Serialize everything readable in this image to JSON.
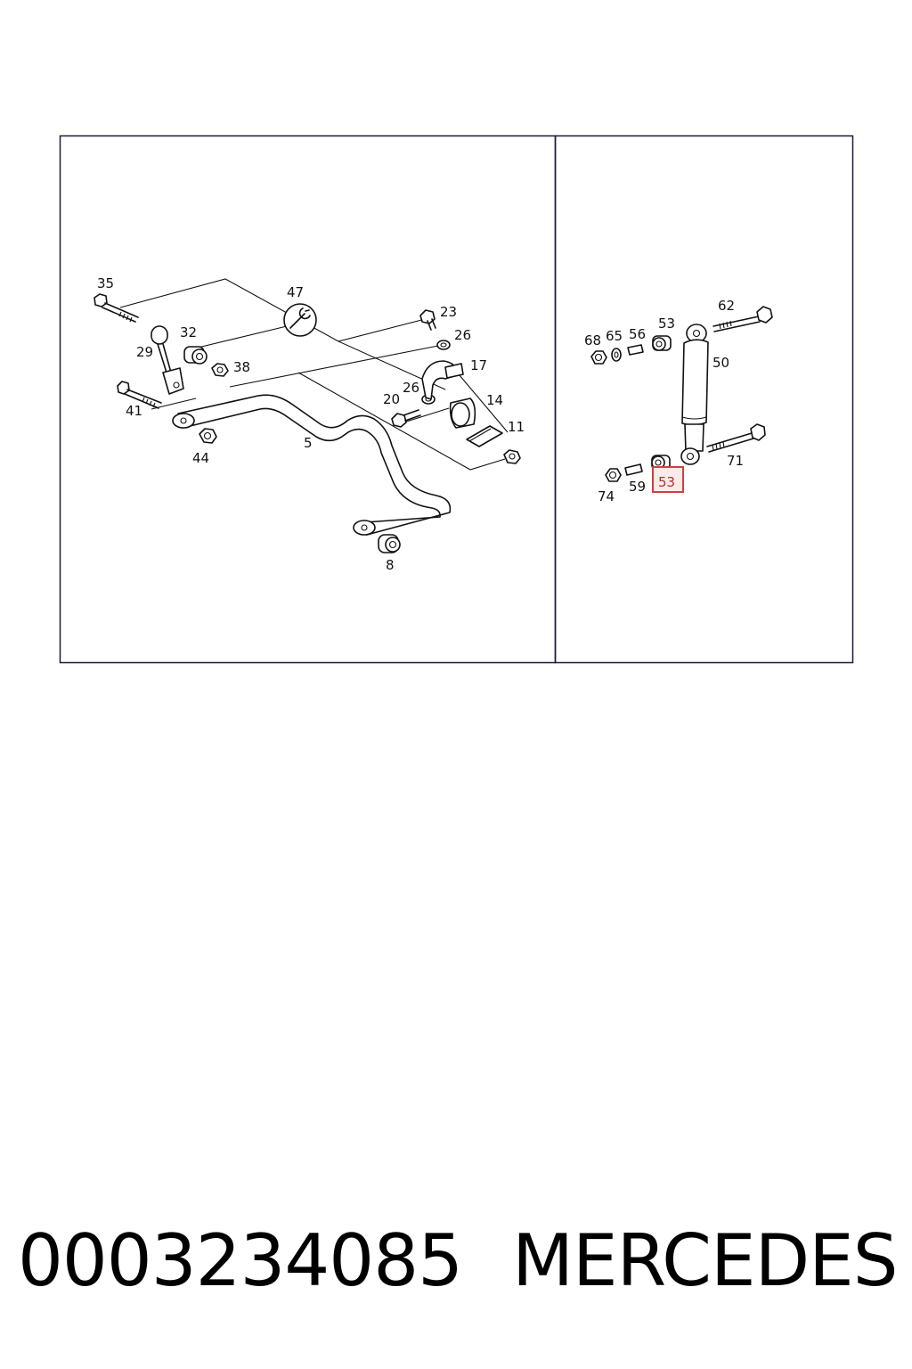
{
  "diagram": {
    "left_panel": {
      "labels": [
        {
          "id": "35",
          "text": "35"
        },
        {
          "id": "47",
          "text": "47"
        },
        {
          "id": "23",
          "text": "23"
        },
        {
          "id": "32",
          "text": "32"
        },
        {
          "id": "26a",
          "text": "26"
        },
        {
          "id": "29",
          "text": "29"
        },
        {
          "id": "38",
          "text": "38"
        },
        {
          "id": "17",
          "text": "17"
        },
        {
          "id": "26b",
          "text": "26"
        },
        {
          "id": "41",
          "text": "41"
        },
        {
          "id": "20",
          "text": "20"
        },
        {
          "id": "14",
          "text": "14"
        },
        {
          "id": "11",
          "text": "11"
        },
        {
          "id": "5",
          "text": "5"
        },
        {
          "id": "44",
          "text": "44"
        },
        {
          "id": "8",
          "text": "8"
        }
      ]
    },
    "right_panel": {
      "labels": [
        {
          "id": "62",
          "text": "62"
        },
        {
          "id": "68",
          "text": "68"
        },
        {
          "id": "65",
          "text": "65"
        },
        {
          "id": "56",
          "text": "56"
        },
        {
          "id": "53a",
          "text": "53"
        },
        {
          "id": "50",
          "text": "50"
        },
        {
          "id": "71",
          "text": "71"
        },
        {
          "id": "74",
          "text": "74"
        },
        {
          "id": "59",
          "text": "59"
        }
      ],
      "highlighted_label": "53",
      "highlight_color": "#d04040"
    }
  },
  "footer": {
    "part_number": "0003234085",
    "brand": "MERCEDES"
  }
}
